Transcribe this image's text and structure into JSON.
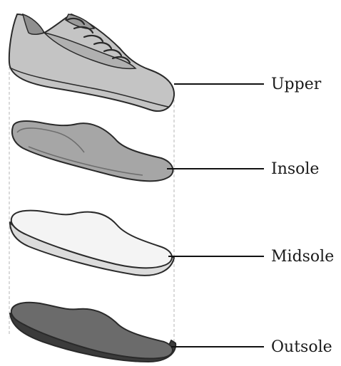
{
  "layers": [
    {
      "id": "upper",
      "label": "Upper"
    },
    {
      "id": "insole",
      "label": "Insole"
    },
    {
      "id": "midsole",
      "label": "Midsole"
    },
    {
      "id": "outsole",
      "label": "Outsole"
    }
  ],
  "colors": {
    "upper_fill": "#c4c4c4",
    "upper_shade": "#8f8f8f",
    "insole_fill": "#a6a6a6",
    "insole_detail": "#6e6e6e",
    "midsole_top": "#f4f4f4",
    "midsole_side": "#dcdcdc",
    "outsole_fill": "#6b6b6b",
    "outsole_rim": "#3b3b3b",
    "outline": "#2a2a2a",
    "guide": "#b5b5b5"
  }
}
